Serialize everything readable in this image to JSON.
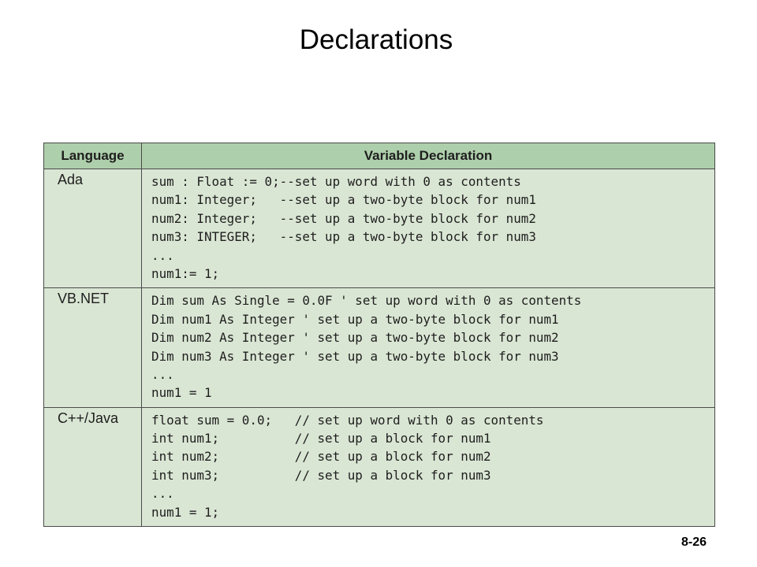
{
  "slide": {
    "title": "Declarations",
    "page_number": "8-26"
  },
  "table": {
    "headers": {
      "language": "Language",
      "declaration": "Variable Declaration"
    },
    "rows": [
      {
        "language": "Ada",
        "lines": [
          "sum : Float := 0;--set up word with 0 as contents",
          "num1: Integer;   --set up a two-byte block for num1",
          "num2: Integer;   --set up a two-byte block for num2",
          "num3: INTEGER;   --set up a two-byte block for num3",
          "...",
          "num1:= 1;"
        ]
      },
      {
        "language": "VB.NET",
        "lines": [
          "Dim sum As Single = 0.0F ' set up word with 0 as contents",
          "Dim num1 As Integer ' set up a two-byte block for num1",
          "Dim num2 As Integer ' set up a two-byte block for num2",
          "Dim num3 As Integer ' set up a two-byte block for num3",
          "...",
          "num1 = 1"
        ]
      },
      {
        "language": "C++/Java",
        "lines": [
          "float sum = 0.0;   // set up word with 0 as contents",
          "int num1;          // set up a block for num1",
          "int num2;          // set up a block for num2",
          "int num3;          // set up a block for num3",
          "...",
          "num1 = 1;"
        ]
      }
    ]
  }
}
